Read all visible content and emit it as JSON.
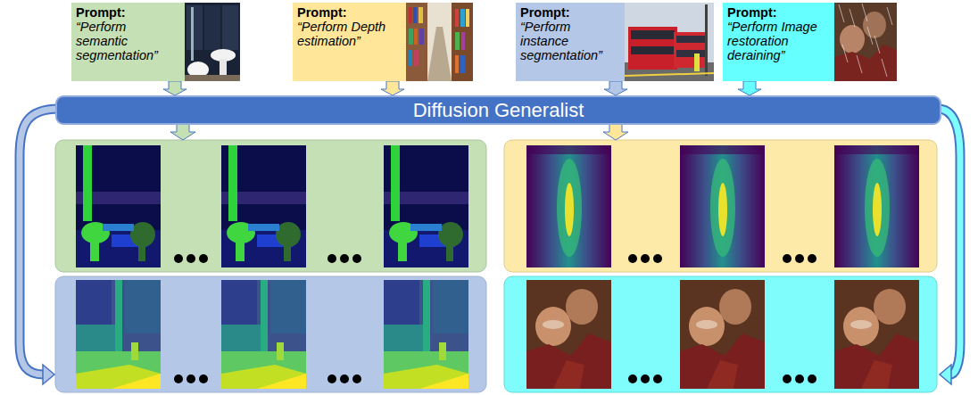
{
  "diagram": {
    "nodes": [
      {
        "text": [
          "Prompt:",
          "“Perform semantic segmentation”"
        ]
      },
      {
        "text": [
          "Prompt:",
          "“Perform Depth estimation”"
        ]
      },
      {
        "text": [
          "Prompt:",
          "“Perform instance segmentation”"
        ]
      },
      {
        "text": [
          "Prompt:",
          "“Perform Image restoration deraining”"
        ]
      },
      {
        "text": [
          "Diffusion Generalist"
        ]
      }
    ],
    "edges": [
      {
        "from": 0,
        "to": 4,
        "arrow": "to"
      },
      {
        "from": 1,
        "to": 4,
        "arrow": "to"
      },
      {
        "from": 2,
        "to": 4,
        "arrow": "to"
      },
      {
        "from": 3,
        "to": 4,
        "arrow": "to"
      }
    ]
  }
}
